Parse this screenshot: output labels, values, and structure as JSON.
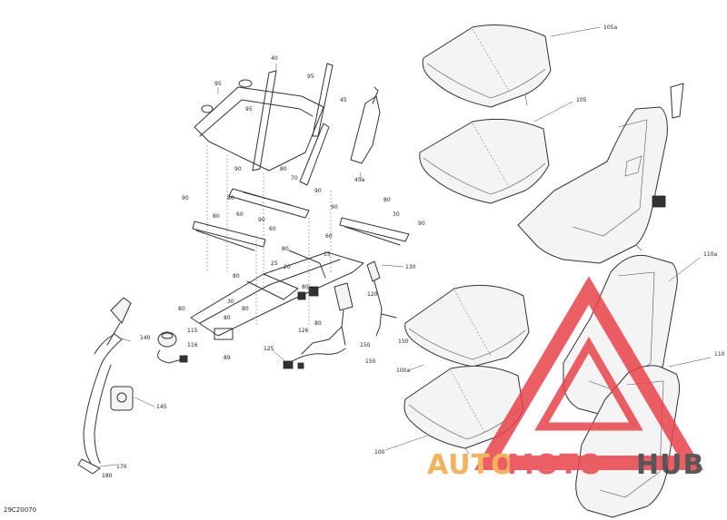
{
  "drawing_code": "29C20070",
  "watermark": {
    "part1": "AUTO",
    "part2": "MOTO",
    "part3": "HUB",
    "color_orange": "#f2a541",
    "color_red": "#e8434a",
    "color_dark": "#3b3b3b"
  },
  "callouts": [
    {
      "id": "c105a",
      "text": "105a"
    },
    {
      "id": "c105",
      "text": "105"
    },
    {
      "id": "c110a",
      "text": "110a"
    },
    {
      "id": "c110",
      "text": "110"
    },
    {
      "id": "c100a",
      "text": "100a"
    },
    {
      "id": "c100",
      "text": "100"
    },
    {
      "id": "c40",
      "text": "40"
    },
    {
      "id": "c95a",
      "text": "95"
    },
    {
      "id": "c95b",
      "text": "95"
    },
    {
      "id": "c95c",
      "text": "95"
    },
    {
      "id": "c45",
      "text": "45"
    },
    {
      "id": "c45a",
      "text": "45a"
    },
    {
      "id": "c90a",
      "text": "90"
    },
    {
      "id": "c80a",
      "text": "80"
    },
    {
      "id": "c70",
      "text": "70"
    },
    {
      "id": "c90b",
      "text": "90"
    },
    {
      "id": "c80b",
      "text": "80"
    },
    {
      "id": "c90c",
      "text": "90"
    },
    {
      "id": "c60a",
      "text": "60"
    },
    {
      "id": "c80c",
      "text": "80"
    },
    {
      "id": "c90d",
      "text": "90"
    },
    {
      "id": "c60b",
      "text": "60"
    },
    {
      "id": "c80d",
      "text": "80"
    },
    {
      "id": "c30a",
      "text": "30"
    },
    {
      "id": "c90e",
      "text": "90"
    },
    {
      "id": "c60c",
      "text": "60"
    },
    {
      "id": "c90f",
      "text": "90"
    },
    {
      "id": "c80e",
      "text": "80"
    },
    {
      "id": "c15",
      "text": "15"
    },
    {
      "id": "c25",
      "text": "25"
    },
    {
      "id": "c20",
      "text": "20"
    },
    {
      "id": "c80f",
      "text": "80"
    },
    {
      "id": "c80g",
      "text": "80"
    },
    {
      "id": "c130",
      "text": "130"
    },
    {
      "id": "c120",
      "text": "120"
    },
    {
      "id": "c80h",
      "text": "80"
    },
    {
      "id": "c30b",
      "text": "30"
    },
    {
      "id": "c80i",
      "text": "80"
    },
    {
      "id": "c80j",
      "text": "80"
    },
    {
      "id": "c80k",
      "text": "80"
    },
    {
      "id": "c115",
      "text": "115"
    },
    {
      "id": "c116",
      "text": "116"
    },
    {
      "id": "c140",
      "text": "140"
    },
    {
      "id": "c89",
      "text": "89"
    },
    {
      "id": "c126",
      "text": "126"
    },
    {
      "id": "c125",
      "text": "125"
    },
    {
      "id": "c150a",
      "text": "150"
    },
    {
      "id": "c150b",
      "text": "150"
    },
    {
      "id": "c150c",
      "text": "150"
    },
    {
      "id": "c145",
      "text": "145"
    },
    {
      "id": "c170",
      "text": "170"
    },
    {
      "id": "c180",
      "text": "180"
    }
  ]
}
